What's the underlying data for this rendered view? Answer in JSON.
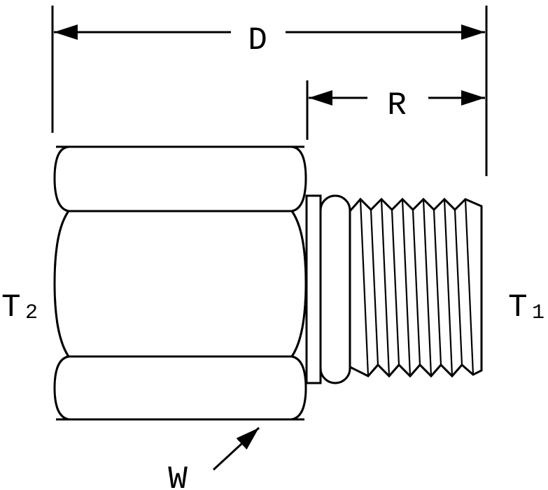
{
  "dimensions": {
    "overall_length": "D",
    "thread_length": "R",
    "hex_width": "W"
  },
  "threads": {
    "female_thread": {
      "letter": "T",
      "subscript": "2"
    },
    "male_thread": {
      "letter": "T",
      "subscript": "1"
    }
  },
  "colors": {
    "line": "#000000",
    "background": "#ffffff"
  }
}
